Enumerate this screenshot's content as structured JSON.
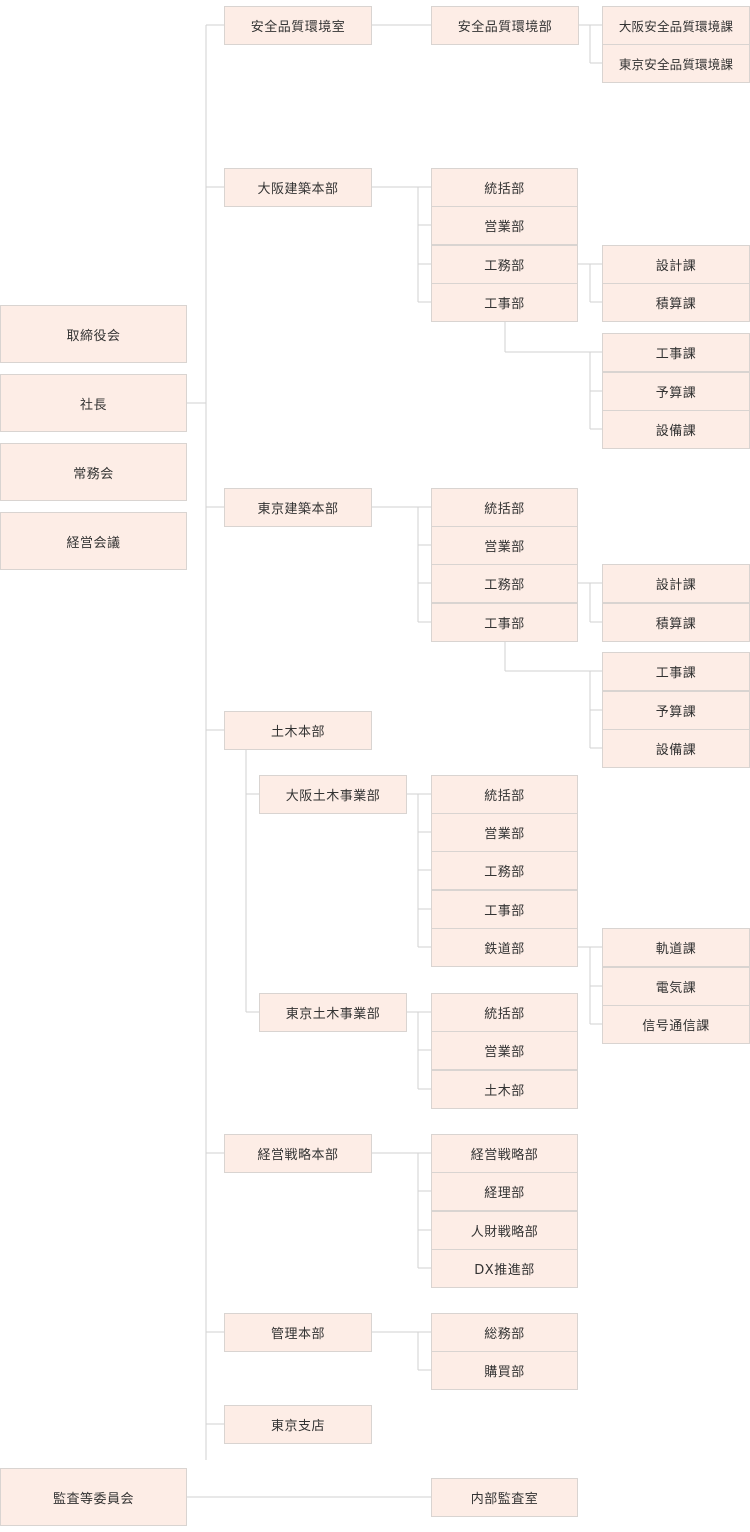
{
  "executive": {
    "board": "取締役会",
    "president": "社長",
    "managing_committee": "常務会",
    "management_meeting": "経営会議",
    "audit_committee": "監査等委員会",
    "internal_audit": "内部監査室"
  },
  "safety": {
    "office": "安全品質環境室",
    "department": "安全品質環境部",
    "sections": [
      "大阪安全品質環境課",
      "東京安全品質環境課"
    ]
  },
  "osaka_building": {
    "division": "大阪建築本部",
    "departments": [
      "統括部",
      "営業部",
      "工務部",
      "工事部"
    ],
    "engineering_sections": [
      "設計課",
      "積算課"
    ],
    "construction_sections": [
      "工事課",
      "予算課",
      "設備課"
    ]
  },
  "tokyo_building": {
    "division": "東京建築本部",
    "departments": [
      "統括部",
      "営業部",
      "工務部",
      "工事部"
    ],
    "engineering_sections": [
      "設計課",
      "積算課"
    ],
    "construction_sections": [
      "工事課",
      "予算課",
      "設備課"
    ]
  },
  "civil": {
    "division": "土木本部",
    "osaka": {
      "name": "大阪土木事業部",
      "departments": [
        "統括部",
        "営業部",
        "工務部",
        "工事部",
        "鉄道部"
      ],
      "railway_sections": [
        "軌道課",
        "電気課",
        "信号通信課"
      ]
    },
    "tokyo": {
      "name": "東京土木事業部",
      "departments": [
        "統括部",
        "営業部",
        "土木部"
      ]
    }
  },
  "strategy": {
    "division": "経営戦略本部",
    "departments": [
      "経営戦略部",
      "経理部",
      "人財戦略部",
      "DX推進部"
    ]
  },
  "admin": {
    "division": "管理本部",
    "departments": [
      "総務部",
      "購買部"
    ]
  },
  "tokyo_branch": "東京支店",
  "colors": {
    "box_fill": "#fdede6",
    "box_border": "#d9d4d1",
    "line": "#d2d2d2",
    "text": "#333333"
  }
}
